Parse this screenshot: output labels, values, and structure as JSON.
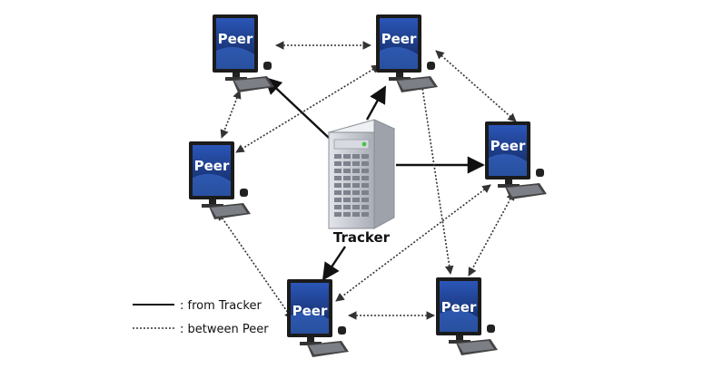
{
  "nodes": {
    "peer_top_left": "Peer",
    "peer_top_center": "Peer",
    "peer_mid_left": "Peer",
    "peer_right": "Peer",
    "peer_bottom_center": "Peer",
    "peer_bottom_right": "Peer",
    "tracker": "Tracker"
  },
  "legend": {
    "from_tracker": ": from Tracker",
    "between_peer": ": between Peer"
  },
  "colors": {
    "solid_arrow": "#111111",
    "dotted_arrow": "#333333",
    "screen_blue": "#1e3f8a",
    "server_body": "#c9ccd3"
  },
  "icons": {
    "peer": "desktop-computer-icon",
    "tracker": "server-tower-icon"
  }
}
